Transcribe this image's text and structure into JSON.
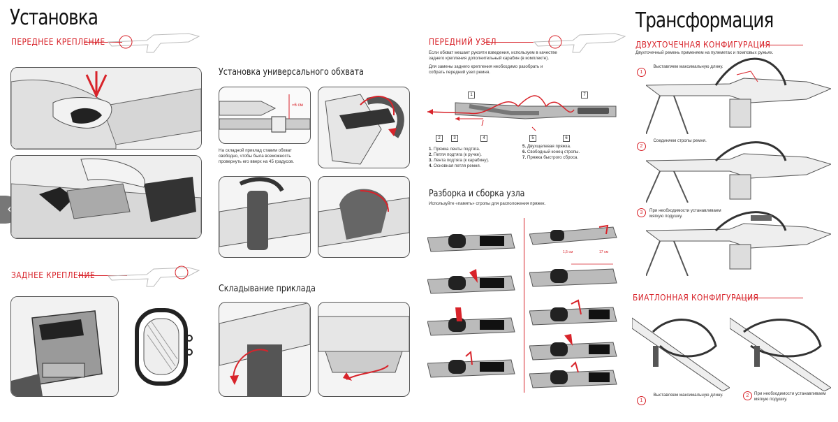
{
  "left_page": {
    "title": "Установка",
    "front_heading": "ПЕРЕДНЕЕ КРЕПЛЕНИЕ",
    "rear_heading": "ЗАДНЕЕ КРЕПЛЕНИЕ",
    "universal_heading": "Установка универсального обхвата",
    "universal_caption": "На складной приклад ставим обхват свободно, чтобы была возможность провернуть его вверх на 45 градусов.",
    "measure_label": "≈6 см",
    "fold_heading": "Складывание приклада"
  },
  "front_knot": {
    "heading": "ПЕРЕДНИЙ УЗЕЛ",
    "intro": "Если обхват мешает рукояти взведения, используем в качестве заднего крепления дополнительный карабин (в комплекте).",
    "intro2": "Для замены заднего крепления необходимо разобрать и собрать передний узел ремня.",
    "callouts": [
      "1",
      "2",
      "3",
      "4",
      "5",
      "6",
      "7"
    ],
    "legend_left": [
      {
        "n": "1.",
        "text": "Пряжка ленты подтяга."
      },
      {
        "n": "2.",
        "text": "Петля подтяга (к ручке)."
      },
      {
        "n": "3.",
        "text": "Лента подтяга (к карабину)."
      },
      {
        "n": "4.",
        "text": "Основная петля ремня."
      }
    ],
    "legend_right": [
      {
        "n": "5.",
        "text": "Двухщелевая пряжка."
      },
      {
        "n": "6.",
        "text": "Свободный конец стропы."
      },
      {
        "n": "7.",
        "text": "Пряжка быстрого сброса."
      }
    ],
    "assembly_heading": "Разборка и сборка узла",
    "assembly_caption": "Используйте «память» стропы для расположения пряжек.",
    "dim_a": "1,5 см",
    "dim_b": "17 см"
  },
  "right_page": {
    "title": "Трансформация",
    "two_point_heading": "ДВУХТОЧЕЧНАЯ КОНФИГУРАЦИЯ",
    "two_point_caption": "Двухточечный ремень применяем на пулеметах и помповых ружьях.",
    "steps": [
      {
        "n": "1",
        "text": "Выставляем максимальную длину."
      },
      {
        "n": "2",
        "text": "Соединяем стропы ремня."
      },
      {
        "n": "3",
        "text": "При необходимости устанавливаем мягкую подушку."
      }
    ],
    "biathlon_heading": "БИАТЛОННАЯ КОНФИГУРАЦИЯ",
    "biathlon_steps": [
      {
        "n": "1",
        "text": "Выставляем максимальную длину."
      },
      {
        "n": "2",
        "text": "При необходимости устанавливаем мягкую подушку."
      }
    ]
  },
  "nav": {
    "prev_icon": "‹"
  },
  "colors": {
    "accent": "#d8232a",
    "line": "#555555",
    "fill": "#d9d9d9"
  }
}
